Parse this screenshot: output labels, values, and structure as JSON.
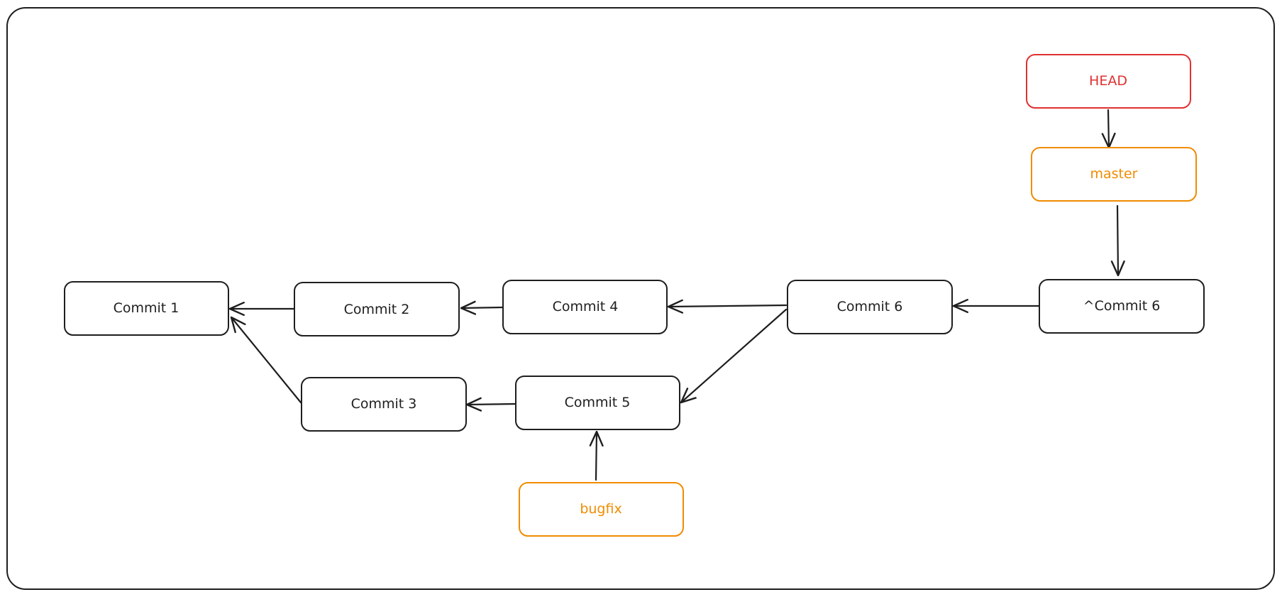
{
  "diagram": {
    "colors": {
      "commit": "#1e1e1e",
      "head": "#e03131",
      "branch": "#f08c00",
      "edge": "#1e1e1e",
      "frame": "#1e1e1e"
    },
    "nodes": {
      "commit1": "Commit 1",
      "commit2": "Commit 2",
      "commit3": "Commit 3",
      "commit4": "Commit 4",
      "commit5": "Commit 5",
      "commit6": "Commit 6",
      "commit6_caret": "^Commit 6",
      "head": "HEAD",
      "master": "master",
      "bugfix": "bugfix"
    },
    "edges": [
      {
        "from": "commit2",
        "to": "commit1"
      },
      {
        "from": "commit3",
        "to": "commit1"
      },
      {
        "from": "commit4",
        "to": "commit2"
      },
      {
        "from": "commit5",
        "to": "commit3"
      },
      {
        "from": "commit6",
        "to": "commit4"
      },
      {
        "from": "commit6",
        "to": "commit5"
      },
      {
        "from": "commit6_caret",
        "to": "commit6"
      },
      {
        "from": "head",
        "to": "master"
      },
      {
        "from": "master",
        "to": "commit6_caret"
      },
      {
        "from": "bugfix",
        "to": "commit5"
      }
    ]
  }
}
